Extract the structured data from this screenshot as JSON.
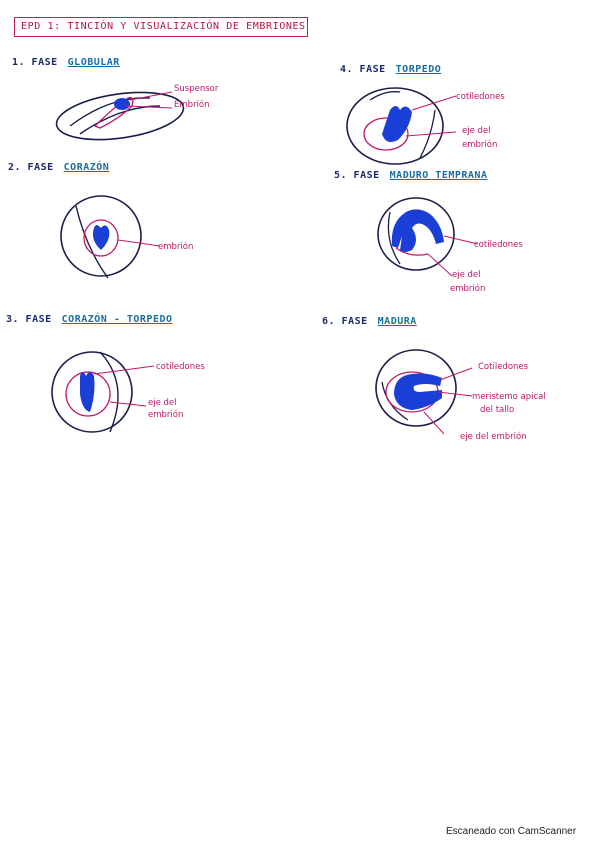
{
  "title": "EPD 1: TINCIÓN Y VISUALIZACIÓN DE EMBRIONES",
  "phases": [
    {
      "num": "1. FASE",
      "name": "GLOBULAR",
      "labels": [
        "Suspensor",
        "Embrión"
      ]
    },
    {
      "num": "2. FASE",
      "name": "CORAZÓN",
      "labels": [
        "embrión"
      ]
    },
    {
      "num": "3. FASE",
      "name": "CORAZÓN - TORPEDO",
      "labels": [
        "cotiledones",
        "eje del",
        "embrión"
      ]
    },
    {
      "num": "4. FASE",
      "name": "TORPEDO",
      "labels": [
        "cotiledones",
        "eje del",
        "embrión"
      ]
    },
    {
      "num": "5. FASE",
      "name": "MADURO TEMPRANA",
      "labels": [
        "cotiledones",
        "eje del",
        "embrión"
      ]
    },
    {
      "num": "6. FASE",
      "name": "MADURA",
      "labels": [
        "Cotiledones",
        "meristemo apical",
        "del tallo",
        "eje del embrión"
      ]
    }
  ],
  "footer": "Escaneado con CamScanner",
  "colors": {
    "outline": "#1a1f4a",
    "embryo": "#1a3fd6",
    "label": "#c2186a",
    "title_border": "#c0204a",
    "heading_name": "#1a6ea8"
  }
}
